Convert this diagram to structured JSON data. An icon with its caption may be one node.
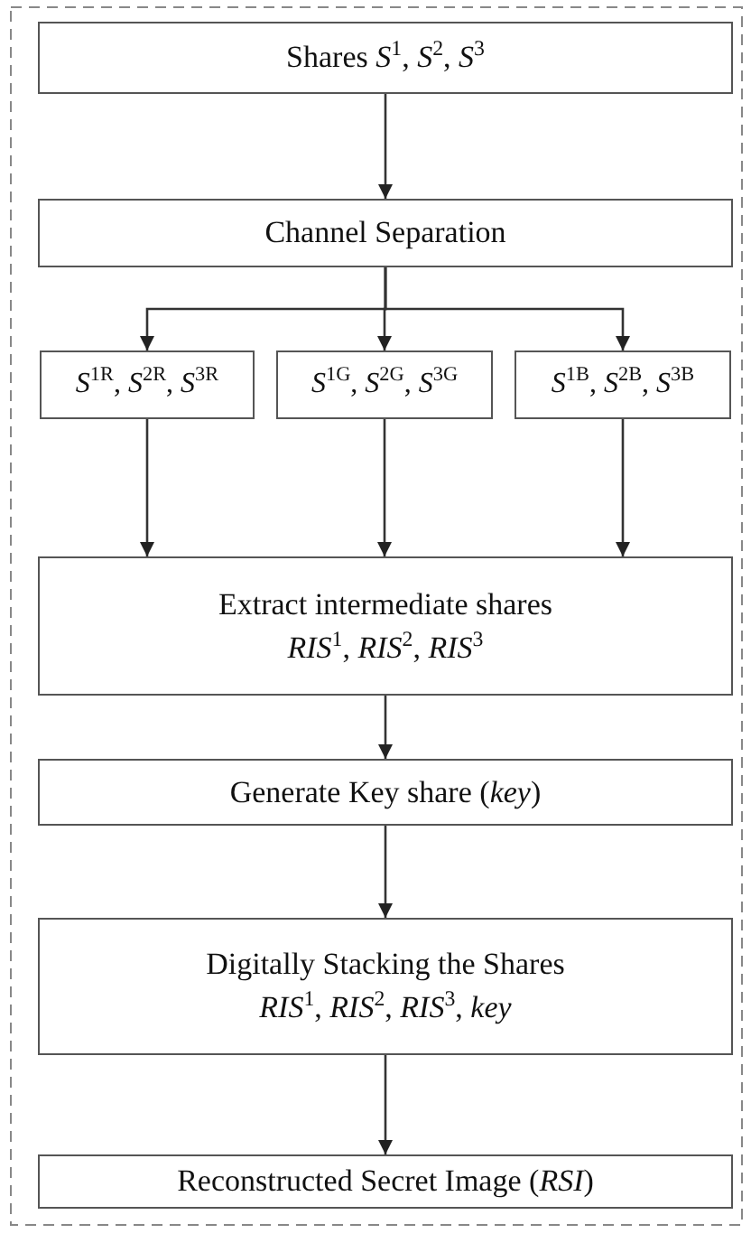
{
  "diagram": {
    "nodes": [
      {
        "text": [
          "Shares *S*$^{1}$, *S*$^{2}$, *S*$^{3}$"
        ]
      },
      {
        "text": [
          "Channel Separation"
        ]
      },
      {
        "text": [
          "*S*$^{1R}$, *S*$^{2R}$, *S*$^{3R}$"
        ]
      },
      {
        "text": [
          "*S*$^{1G}$, *S*$^{2G}$, *S*$^{3G}$"
        ]
      },
      {
        "text": [
          "*S*$^{1B}$, *S*$^{2B}$, *S*$^{3B}$"
        ]
      },
      {
        "text": [
          "Extract intermediate shares",
          "*RIS*$^{1}$, *RIS*$^{2}$, *RIS*$^{3}$"
        ]
      },
      {
        "text": [
          "Generate Key share (*key*)"
        ]
      },
      {
        "text": [
          "Digitally Stacking the Shares",
          "*RIS*$^{1}$, *RIS*$^{2}$, *RIS*$^{3}$, *key*"
        ]
      },
      {
        "text": [
          "Reconstructed Secret Image (*RSI*)"
        ]
      }
    ],
    "edges": [
      {
        "from": 0,
        "to": 1,
        "arrow": "to"
      },
      {
        "from": 1,
        "to": 2,
        "arrow": "to"
      },
      {
        "from": 1,
        "to": 3,
        "arrow": "to"
      },
      {
        "from": 1,
        "to": 4,
        "arrow": "to"
      },
      {
        "from": 2,
        "to": 5,
        "arrow": "to"
      },
      {
        "from": 3,
        "to": 5,
        "arrow": "to"
      },
      {
        "from": 4,
        "to": 5,
        "arrow": "to"
      },
      {
        "from": 5,
        "to": 6,
        "arrow": "to"
      },
      {
        "from": 6,
        "to": 7,
        "arrow": "to"
      },
      {
        "from": 7,
        "to": 8,
        "arrow": "to"
      }
    ]
  }
}
